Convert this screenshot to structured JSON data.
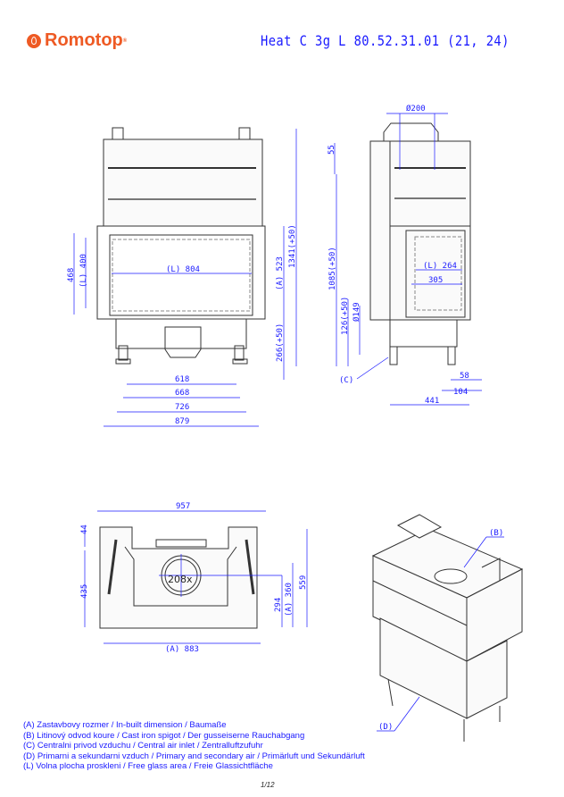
{
  "header": {
    "brand": "Romotop",
    "title": "Heat C 3g L 80.52.31.01 (21, 24)"
  },
  "front_view": {
    "d468": "468",
    "d400": "(L) 400",
    "d804": "(L) 804",
    "d523": "(A) 523",
    "d1341": "1341(+50)",
    "d266": "266(+50)",
    "d618": "618",
    "d668": "668",
    "d726": "726",
    "d879": "879"
  },
  "side_view": {
    "d200": "Ø200",
    "d55": "55",
    "d1085": "1085(+50)",
    "d126": "126(+50)",
    "d149": "Ø149",
    "d264": "(L) 264",
    "d305": "305",
    "d58": "58",
    "d104": "104",
    "d441": "441",
    "c_label": "(C)"
  },
  "top_view": {
    "d957": "957",
    "d44": "44",
    "d435": "435",
    "d208": "208x",
    "d294": "294",
    "d360": "(A) 360",
    "d559": "559",
    "d883": "(A) 883"
  },
  "iso_view": {
    "b_label": "(B)",
    "d_label": "(D)"
  },
  "legend": [
    "(A)  Zastavbovy rozmer / In-built dimension / Baumaße",
    "(B)  Litinový odvod koure / Cast iron spigot / Der gusseiserne Rauchabgang",
    "(C)  Centralni privod vzduchu / Central air inlet / Zentralluftzufuhr",
    "(D)  Primarni a sekundarni vzduch / Primary and secondary air / Primärluft und Sekundärluft",
    "(L)  Volna plocha proskleni / Free glass area / Freie Glassichtfläche"
  ],
  "footer": {
    "page": "1/12"
  },
  "colors": {
    "brand": "#ee5a24",
    "dimension": "#1a1aff"
  }
}
